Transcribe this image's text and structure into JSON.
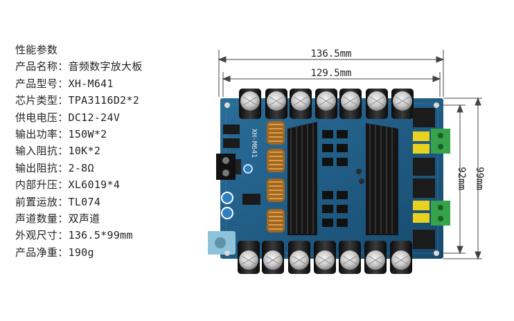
{
  "specs": {
    "title": "性能参数",
    "items": [
      {
        "label": "产品名称：",
        "value": "音频数字放大板"
      },
      {
        "label": "产品型号：",
        "value": "XH-M641"
      },
      {
        "label": "芯片类型：",
        "value": "TPA3116D2*2"
      },
      {
        "label": "供电电压：",
        "value": "DC12-24V"
      },
      {
        "label": "输出功率：",
        "value": "150W*2"
      },
      {
        "label": "输入阻抗：",
        "value": "10K*2"
      },
      {
        "label": "输出阻抗：",
        "value": "2-8Ω"
      },
      {
        "label": "内部升压：",
        "value": "XL6019*4"
      },
      {
        "label": "前置运放：",
        "value": "TL074"
      },
      {
        "label": "声道数量：",
        "value": "双声道"
      },
      {
        "label": "外观尺寸：",
        "value": "136.5*99mm"
      },
      {
        "label": "产品净重：",
        "value": "190g"
      }
    ]
  },
  "dimensions": {
    "overall_width": "136.5mm",
    "inner_width": "129.5mm",
    "overall_height": "99mm",
    "inner_height": "92mm"
  },
  "board": {
    "silkscreen": "XH-M641",
    "colors": {
      "pcb": "#1f5d86",
      "heatsink": "#151515",
      "terminal": "#36a24a",
      "relay": "#e9d21f"
    }
  }
}
